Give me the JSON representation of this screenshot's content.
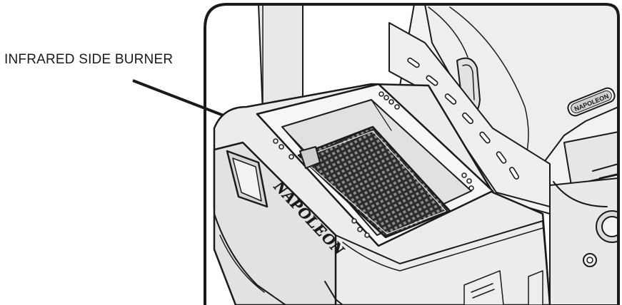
{
  "callout": {
    "label": "INFRARED SIDE BURNER"
  },
  "brand": {
    "side_panel_text": "NAPOLEON",
    "badge_text": "NAPOLEON"
  },
  "colors": {
    "outline": "#1a1a1a",
    "panel_fill": "#ededed",
    "panel_shade": "#d7d7d7",
    "grid_fill": "#2b2b2b",
    "background": "#ffffff"
  }
}
